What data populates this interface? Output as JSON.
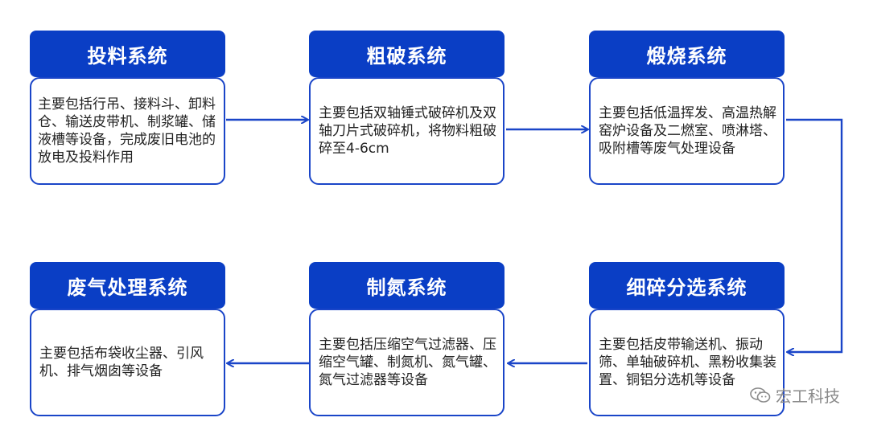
{
  "steps": [
    {
      "title": "投料系统",
      "desc": "主要包括行吊、接料斗、卸料仓、输送皮带机、制浆罐、储液槽等设备，完成废旧电池的放电及投料作用"
    },
    {
      "title": "粗破系统",
      "desc": "主要包括双轴锤式破碎机及双轴刀片式破碎机，将物料粗破碎至4-6cm"
    },
    {
      "title": "煅烧系统",
      "desc": "主要包括低温挥发、高温热解窑炉设备及二燃室、喷淋塔、吸附槽等废气处理设备"
    },
    {
      "title": "细碎分选系统",
      "desc": "主要包括皮带输送机、振动筛、单轴破碎机、黑粉收集装置、铜铝分选机等设备"
    },
    {
      "title": "制氮系统",
      "desc": "主要包括压缩空气过滤器、压缩空气罐、制氮机、氮气罐、氮气过滤器等设备"
    },
    {
      "title": "废气处理系统",
      "desc": "主要包括布袋收尘器、引风机、排气烟囱等设备"
    }
  ],
  "watermark": {
    "icon": "wechat-icon",
    "text": "宏工科技"
  },
  "colors": {
    "header": "#0a3ec5",
    "border": "#1a45c8",
    "arrow": "#1a45c8",
    "text": "#222222"
  }
}
